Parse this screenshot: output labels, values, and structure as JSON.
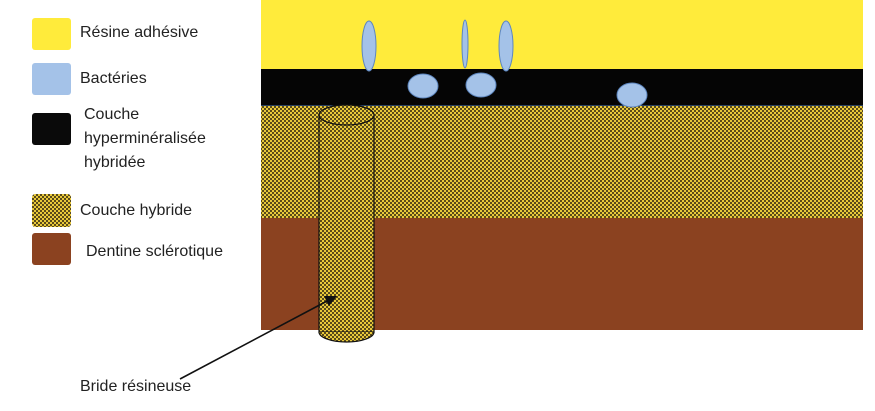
{
  "legend": [
    {
      "label": "Résine adhésive",
      "color": "#FFEB3B",
      "pattern": "none"
    },
    {
      "label": "Bactéries",
      "color": "#A4C2E8",
      "pattern": "none"
    },
    {
      "label_lines": [
        "Couche",
        "hyperminéralisée",
        "hybridée"
      ],
      "color": "#0A0A0A",
      "pattern": "none"
    },
    {
      "label": "Couche hybride",
      "color": "#C9A227",
      "pattern": "checker"
    },
    {
      "label": "Dentine sclérotique",
      "color": "#8B4220",
      "pattern": "none"
    }
  ],
  "callout": {
    "label": "Bride résineuse"
  },
  "colors": {
    "resin": "#FFEB3B",
    "black_layer": "#050505",
    "hybrid_base": "#E8C93A",
    "hybrid_dot": "#5A4A1A",
    "dentine": "#8B4220",
    "bacteria": "#A4C2E8",
    "bacteria_stroke": "#5D86BF"
  }
}
